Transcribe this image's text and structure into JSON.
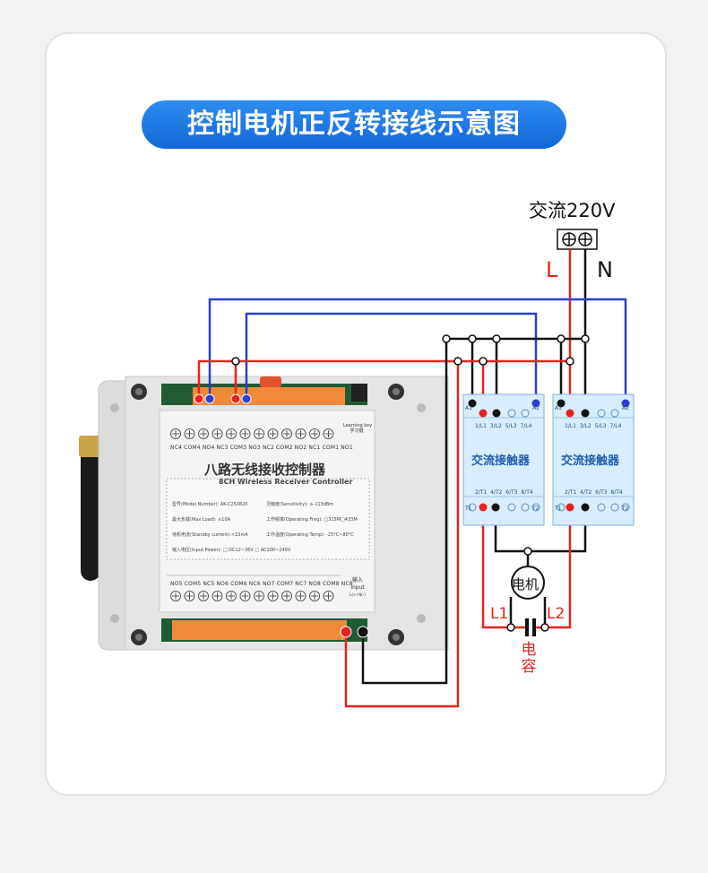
{
  "title": "控制电机正反转接线示意图",
  "power": {
    "supply_label": "交流220V",
    "l_label": "L",
    "n_label": "N"
  },
  "controller": {
    "title_cn": "八路无线接收控制器",
    "title_en": "8CH Wireless Receiver Controller",
    "learning_key_en": "Learning key",
    "learning_key_cn": "学习键",
    "input_label_cn": "输入",
    "input_label_en": "Input",
    "input_pins": "L(+)   N(-)",
    "top_terminals": [
      "NC4",
      "COM4",
      "NO4",
      "NC3",
      "COM3",
      "NO3",
      "NC2",
      "COM2",
      "NO2",
      "NC1",
      "COM1",
      "NO1"
    ],
    "bottom_terminals": [
      "NO5",
      "COM5",
      "NC5",
      "NO6",
      "COM6",
      "NC6",
      "NO7",
      "COM7",
      "NC7",
      "NO8",
      "COM8",
      "NC8"
    ],
    "specs": {
      "model": "型号(Model Number): AK-C250820",
      "sensitivity": "灵敏度(Sensitivity): ≥-113dBm",
      "max_load": "最大负载(Max Load): ≤10A",
      "freq": "工作频率(Operating Freq): □315M□433M",
      "standby": "待机电流(Standby current):<15mA",
      "temp": "工作温度(Operating Temp): -25°C~80°C",
      "power": "输入电压(Input Power): □ DC12~36V □ AC100~240V"
    }
  },
  "contactors": [
    {
      "name": "交流接触器",
      "top_left": "A1",
      "top_right": "A2",
      "top_pins": "1/L1  3/L2  5/L3  7/L4",
      "bottom_pins": "2/T1  4/T2  6/T3  8/T4",
      "bot_left": "T1",
      "bot_right": "T2"
    },
    {
      "name": "交流接触器",
      "top_left": "A1",
      "top_right": "A2",
      "top_pins": "1/L1  3/L2  5/L3  7/L4",
      "bottom_pins": "2/T1  4/T2  6/T3  8/T4",
      "bot_left": "T1",
      "bot_right": "T2"
    }
  ],
  "motor": {
    "label": "电机",
    "l1": "L1",
    "l2": "L2",
    "capacitor": "电容"
  },
  "colors": {
    "red": "#e8231f",
    "blue": "#2a3fd1",
    "black": "#111111",
    "banner": "#1f78e6"
  }
}
